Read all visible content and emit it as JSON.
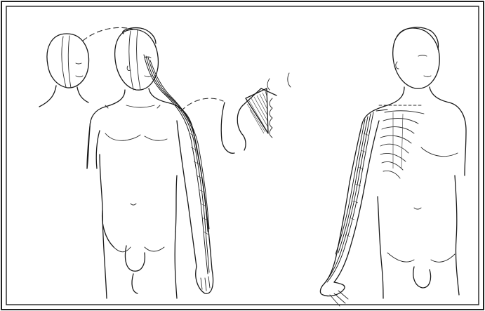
{
  "colors": {
    "ink": "#1a1a1a",
    "background": "#ffffff",
    "frame": "#222222"
  },
  "figures": [
    {
      "id": "front-figure",
      "elements": [
        "small-head",
        "head-front",
        "torso-front",
        "left-arm-front",
        "right-arm-front",
        "legs-front"
      ]
    },
    {
      "id": "shoulder-inset",
      "elements": [
        "shoulder-muscle"
      ]
    },
    {
      "id": "right-figure",
      "elements": [
        "head-right",
        "torso-right",
        "ribcage",
        "arm-muscle-right"
      ]
    }
  ]
}
